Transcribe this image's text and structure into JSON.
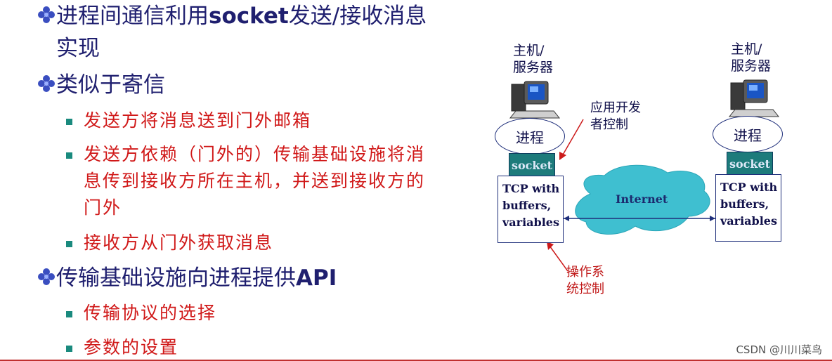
{
  "bullets": {
    "b1_prefix": "进程间通信利用",
    "b1_latin": "socket",
    "b1_suffix": "发送/接收消息",
    "b1_line2": "实现",
    "b2": "类似于寄信",
    "b2_sub1": "发送方将消息送到门外邮箱",
    "b2_sub2_line1": "发送方依赖（门外的）传输基础设施将消",
    "b2_sub2_line2": "息传到接收方所在主机，并送到接收方的",
    "b2_sub2_line3": "门外",
    "b2_sub3": "接收方从门外获取消息",
    "b3_prefix": "传输基础设施向进程提供",
    "b3_latin": "API",
    "b3_sub1": "传输协议的选择",
    "b3_sub2": "参数的设置"
  },
  "diagram": {
    "host_left": "主机/\n服务器",
    "host_right": "主机/\n服务器",
    "process_left": "进程",
    "process_right": "进程",
    "socket_left": "socket",
    "socket_right": "socket",
    "tcp_left": "TCP with\nbuffers,\nvariables",
    "tcp_right": "TCP with\nbuffers,\nvariables",
    "internet": "Internet",
    "app_dev_control": "应用开发\n者控制",
    "os_control": "操作系\n统控制"
  },
  "watermark": "CSDN @川川菜鸟",
  "colors": {
    "heading": "#1f1f6f",
    "sub_bullet_text": "#d01818",
    "sub_bullet_marker": "#1a8a7e",
    "socket_fill": "#1d7b7b",
    "cloud_fill": "#3fbfd0",
    "annotation_arrow": "#cc1a1a"
  },
  "icons": [
    "diamond-bullet-icon",
    "square-bullet-icon",
    "computer-icon",
    "cloud-icon"
  ]
}
